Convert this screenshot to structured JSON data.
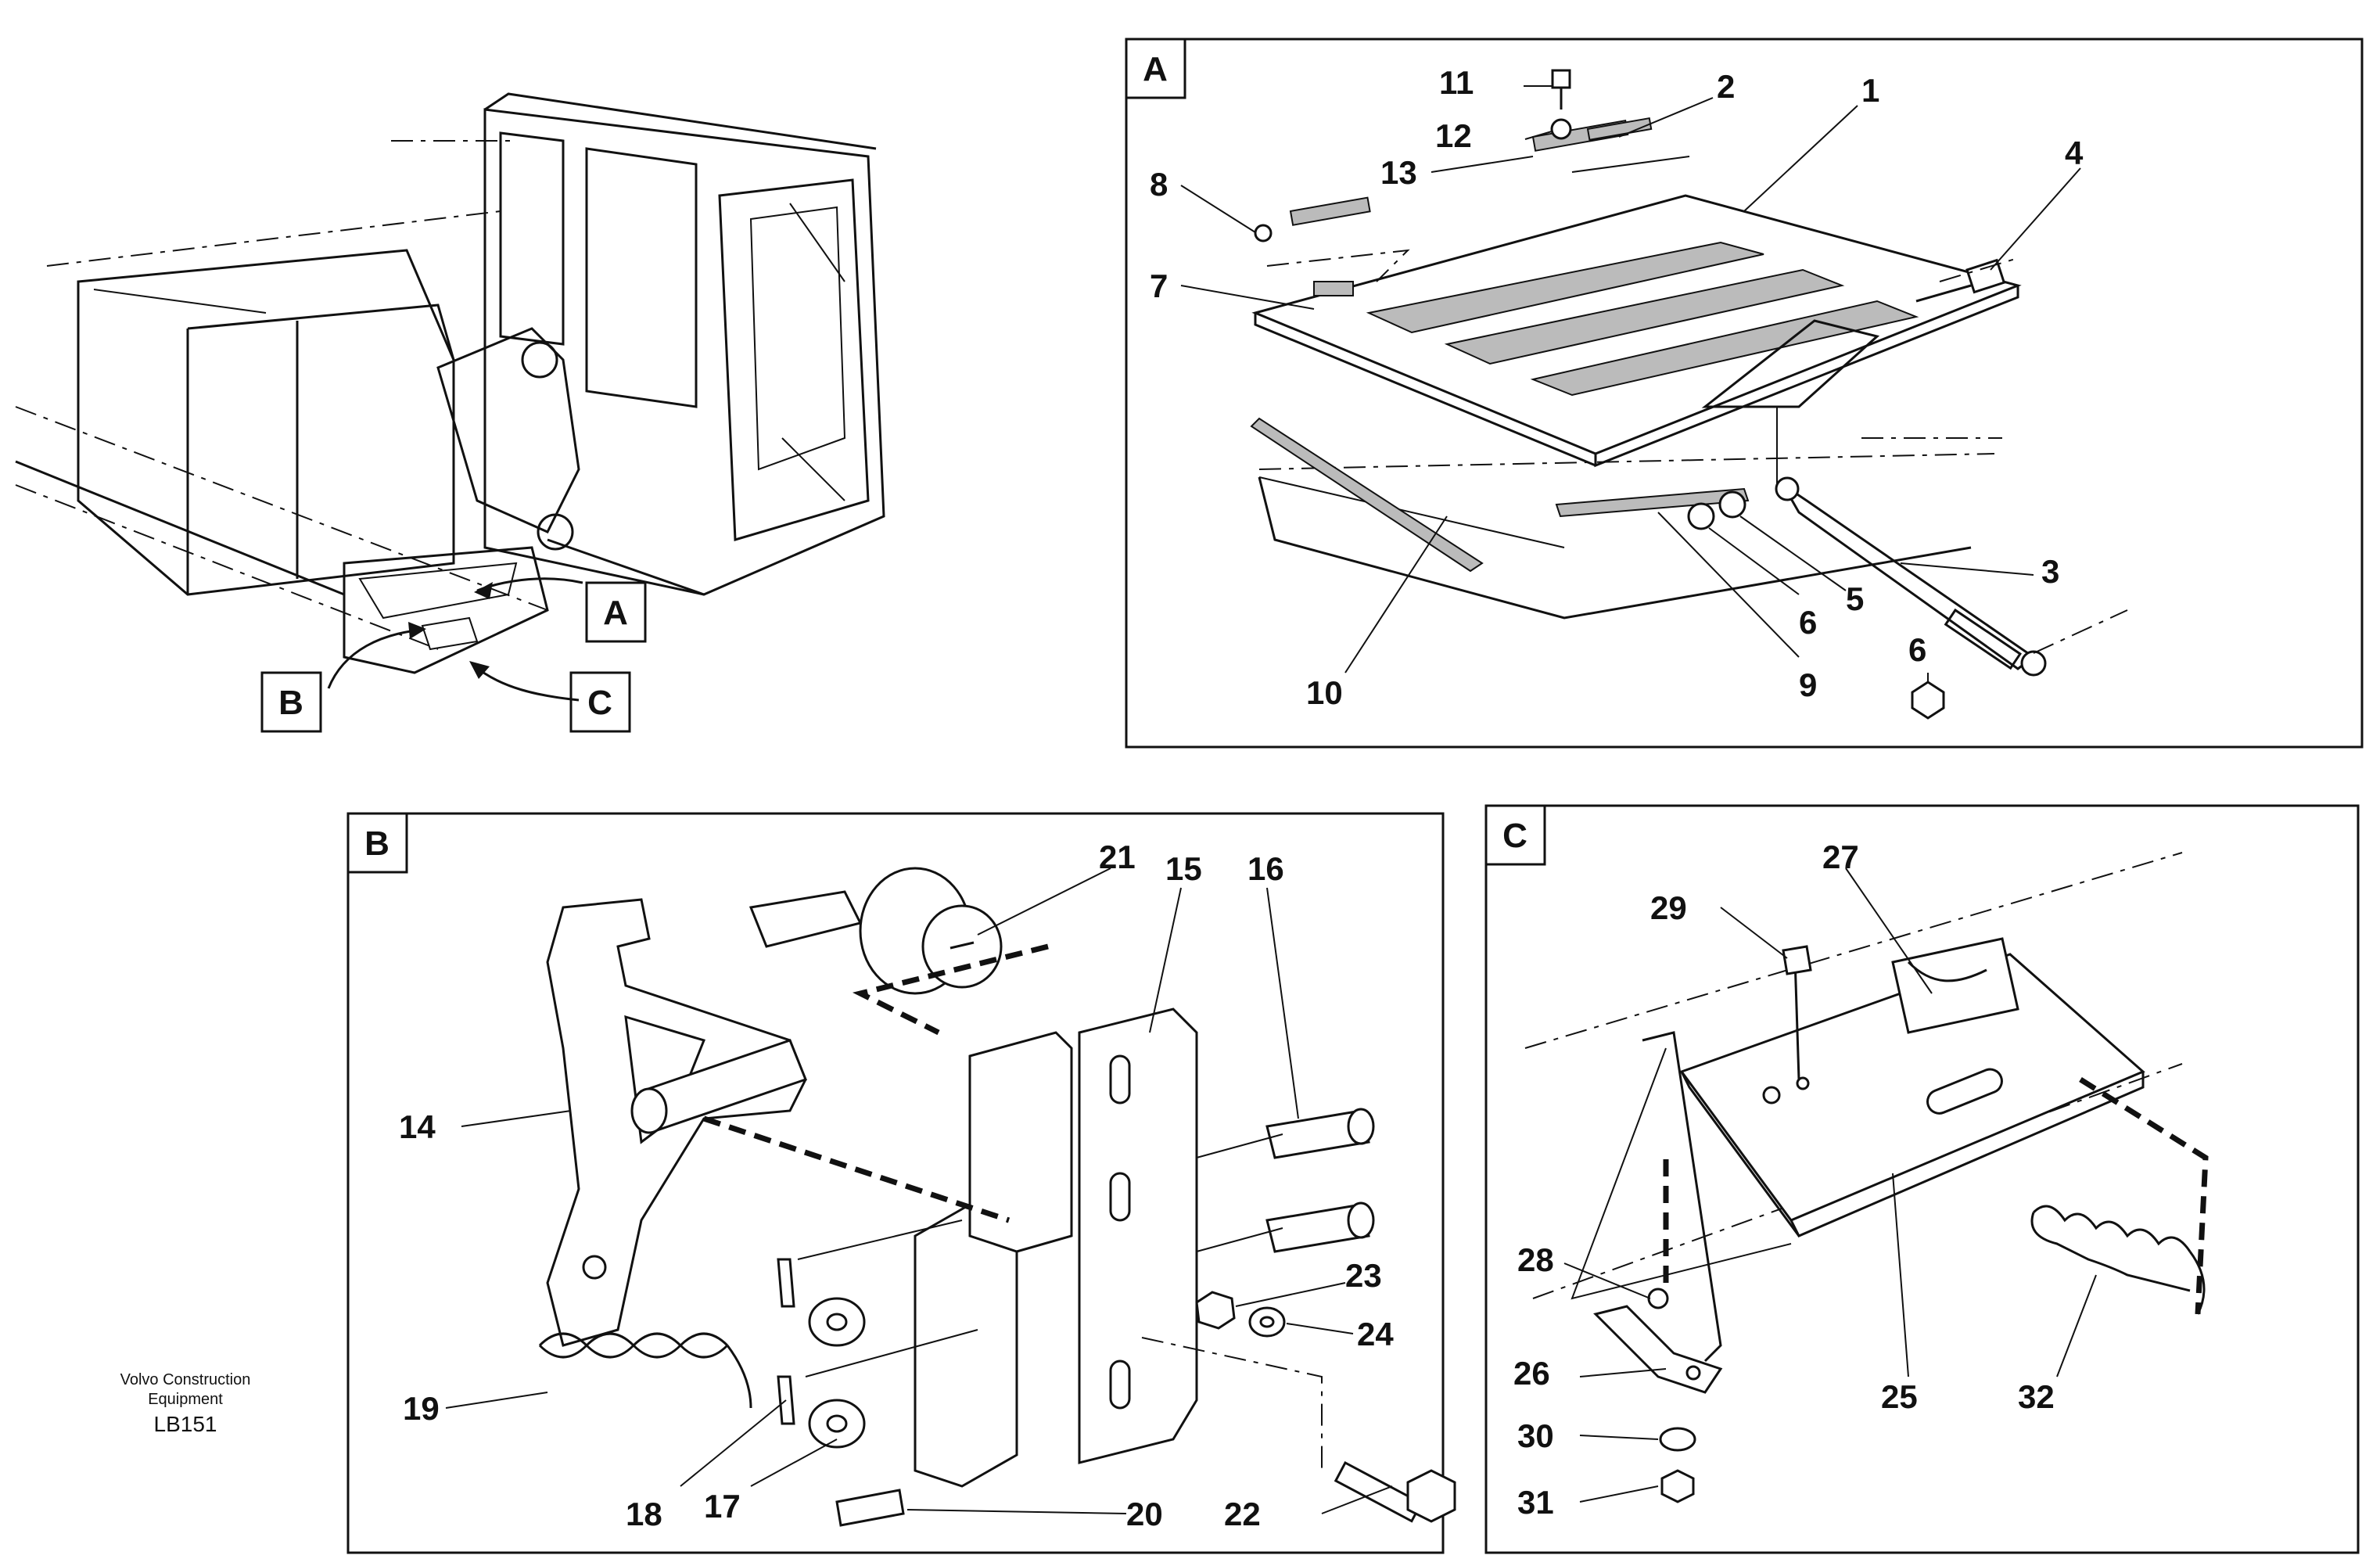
{
  "panels": {
    "A": {
      "tag": "A",
      "labels": [
        "1",
        "2",
        "3",
        "4",
        "5",
        "6",
        "6",
        "7",
        "8",
        "9",
        "10",
        "11",
        "12",
        "13"
      ]
    },
    "B": {
      "tag": "B",
      "labels": [
        "14",
        "15",
        "16",
        "17",
        "18",
        "19",
        "20",
        "21",
        "22",
        "23",
        "24"
      ]
    },
    "C": {
      "tag": "C",
      "labels": [
        "25",
        "26",
        "27",
        "28",
        "29",
        "30",
        "31",
        "32"
      ]
    }
  },
  "overview": {
    "callouts": [
      "A",
      "B",
      "C"
    ]
  },
  "credit": {
    "line1": "Volvo Construction",
    "line2": "Equipment",
    "code": "LB151"
  }
}
